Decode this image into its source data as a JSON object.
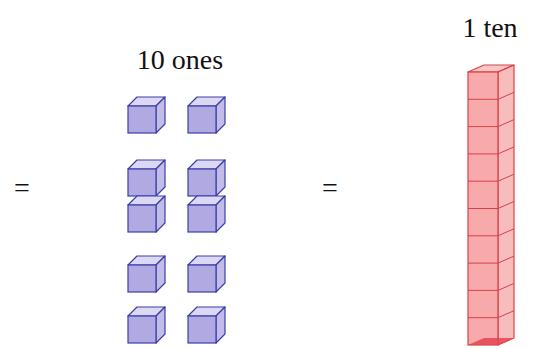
{
  "diagram": {
    "labels": [
      "=",
      "10 ones",
      "=",
      "1 ten"
    ]
  }
}
